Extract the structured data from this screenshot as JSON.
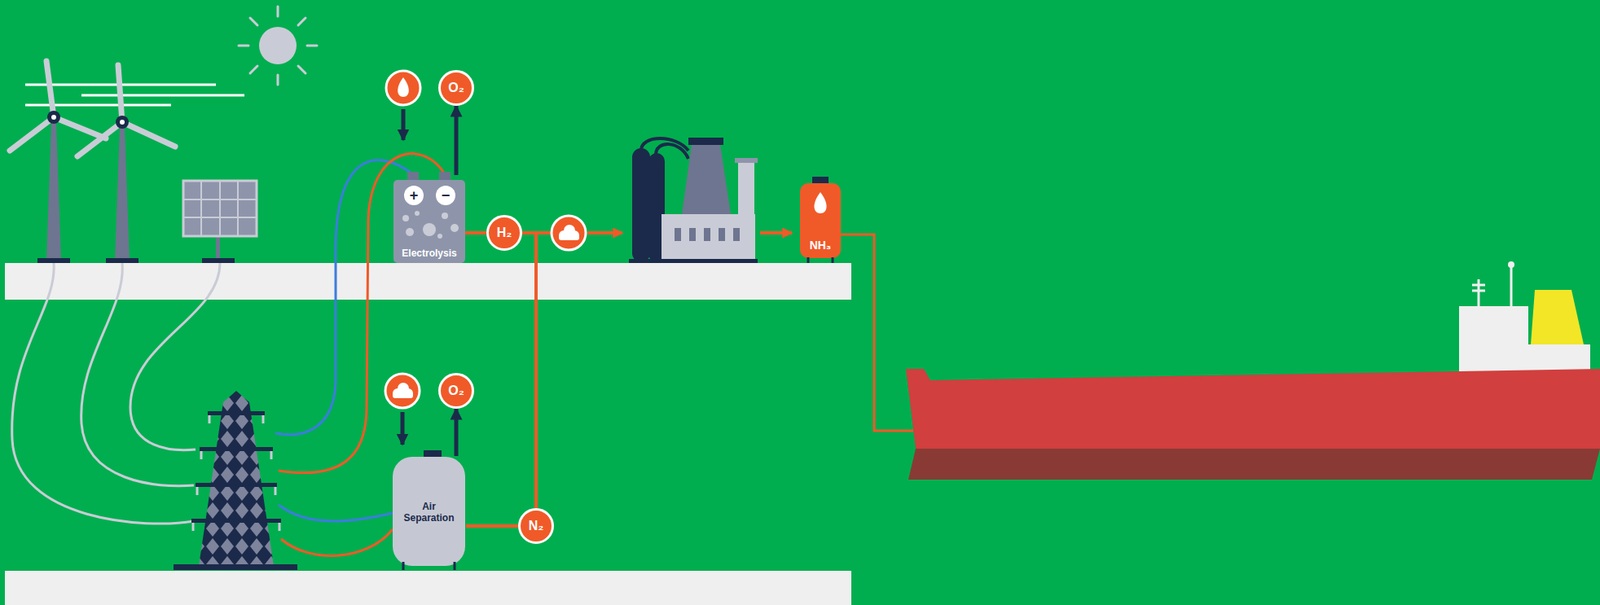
{
  "diagram": {
    "nodes": [
      {
        "text": [
          "O₂"
        ]
      },
      {
        "text": [
          "Electrolysis"
        ]
      },
      {
        "text": [
          "+"
        ],
        "in": 1
      },
      {
        "text": [
          "−"
        ],
        "in": 1
      },
      {
        "text": [
          "H₂"
        ]
      },
      {
        "text": [
          "NH₃"
        ]
      },
      {
        "text": [
          "O₂"
        ]
      },
      {
        "text": [
          "Air Separation"
        ]
      },
      {
        "text": [
          "N₂"
        ]
      }
    ],
    "edges": [
      {
        "from": 1,
        "to": 0,
        "arrow": "to"
      },
      {
        "from": 1,
        "to": 4,
        "arrow": "none"
      },
      {
        "from": 7,
        "to": 6,
        "arrow": "to"
      },
      {
        "from": 7,
        "to": 8,
        "arrow": "none"
      },
      {
        "from": 8,
        "to": 4,
        "arrow": "none"
      }
    ]
  }
}
